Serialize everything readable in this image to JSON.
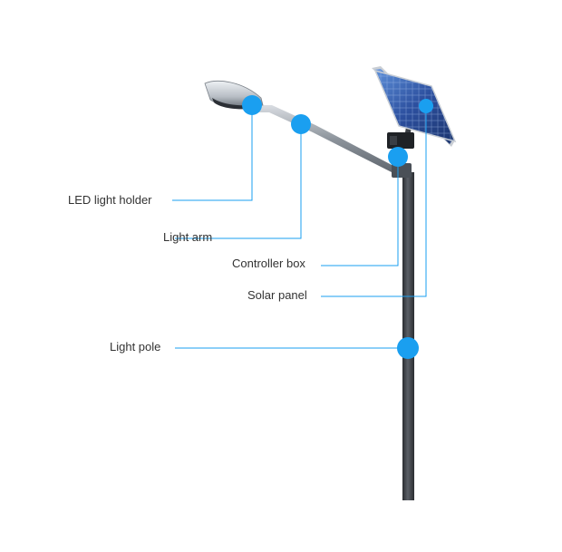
{
  "callouts": [
    {
      "id": "led",
      "label": "LED light holder"
    },
    {
      "id": "arm",
      "label": "Light arm"
    },
    {
      "id": "controller",
      "label": "Controller box"
    },
    {
      "id": "solar",
      "label": "Solar panel"
    },
    {
      "id": "pole",
      "label": "Light pole"
    }
  ],
  "colors": {
    "callout": "#1a9ff0",
    "pole": "#3b3f45",
    "panel": "#2c4f9e",
    "text": "#333333"
  }
}
